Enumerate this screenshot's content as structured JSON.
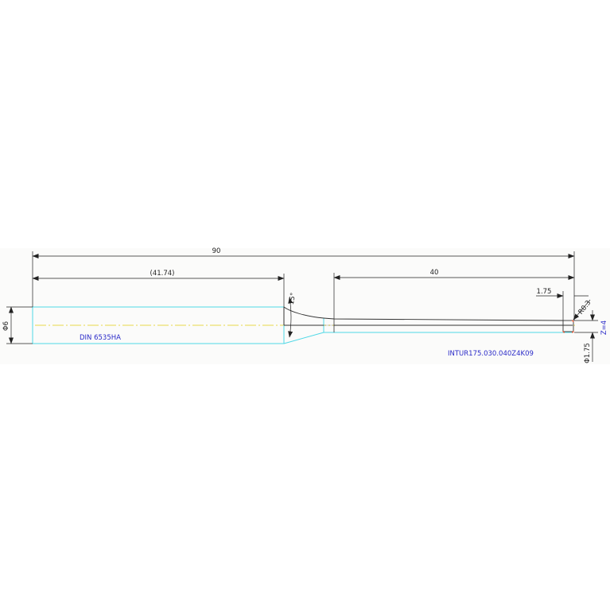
{
  "drawing": {
    "dimensions": {
      "overall_length": "90",
      "shank_length": "(41.74)",
      "neck_length": "40",
      "tip_length": "1.75",
      "corner_radius": "R0.3",
      "taper_angle": "15°",
      "shank_diameter": "Φ6",
      "tip_diameter": "Φ1.75"
    },
    "labels": {
      "shank_standard": "DIN 6535HA",
      "part_number": "INTUR175.030.040Z4K09",
      "flutes": "Z=4"
    },
    "colors": {
      "outline": "#4fd8e6",
      "centerline": "#e8d84a",
      "dimension_line": "#222222",
      "note_text": "#2a2ac8",
      "tip_arc": "#e05a3a",
      "profile": "#333333"
    }
  }
}
